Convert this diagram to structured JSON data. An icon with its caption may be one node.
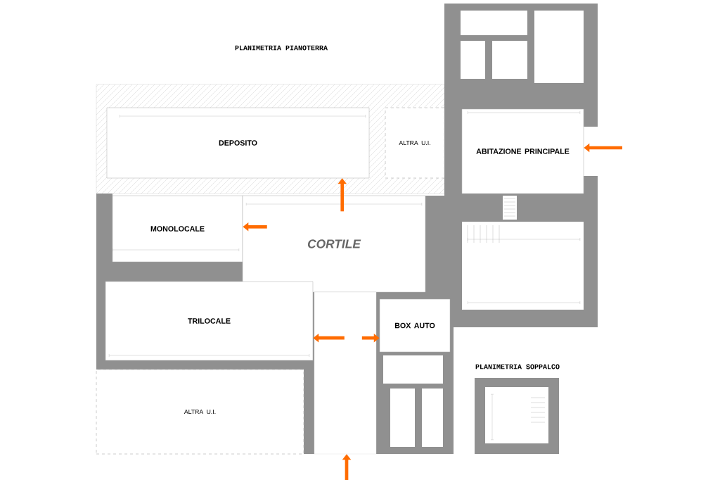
{
  "diagram": {
    "title": "PLANIMETRIA PIANOTERRA",
    "nodes": [
      {
        "text": [
          "DEPOSITO"
        ]
      },
      {
        "text": [
          "ALTRA U.I."
        ]
      },
      {
        "text": [
          "ABITAZIONE PRINCIPALE"
        ]
      },
      {
        "text": [
          "MONOLOCALE"
        ]
      },
      {
        "text": [
          "CORTILE"
        ]
      },
      {
        "text": [
          "TRILOCALE"
        ]
      },
      {
        "text": [
          "BOX AUTO"
        ]
      },
      {
        "text": [],
        "shape": "box"
      },
      {
        "text": [
          "ALTRA U.I."
        ]
      }
    ],
    "edges": [
      {
        "from": null,
        "to": 2,
        "arrow": "to"
      },
      {
        "from": 4,
        "to": 0,
        "arrow": "to"
      },
      {
        "from": 4,
        "to": 3,
        "arrow": "to"
      },
      {
        "from": 7,
        "to": 5,
        "arrow": "to"
      },
      {
        "from": 7,
        "to": 6,
        "arrow": "to"
      },
      {
        "from": null,
        "to": 7,
        "arrow": "to"
      }
    ],
    "labels": [
      "PLANIMETRIA SOPPALCO"
    ]
  }
}
